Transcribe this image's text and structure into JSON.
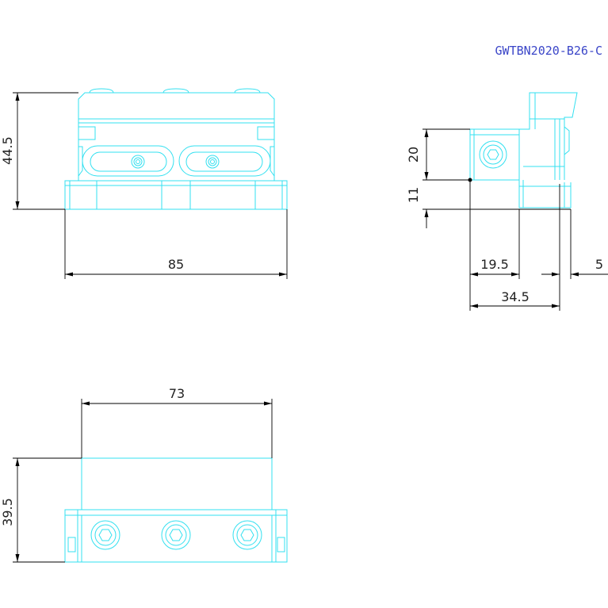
{
  "title": "GWTBN2020-B26-C",
  "colors": {
    "outline": "#33e0f0",
    "dimension": "#000000",
    "title": "#3b46c8",
    "background": "#ffffff"
  },
  "front_view": {
    "height_label": "44.5",
    "width_label": "85"
  },
  "side_view": {
    "upper_label": "20",
    "lower_label": "11",
    "offset_label": "19.5",
    "total_label": "34.5",
    "tab_label": "5"
  },
  "top_view": {
    "width_label": "73",
    "height_label": "39.5"
  }
}
